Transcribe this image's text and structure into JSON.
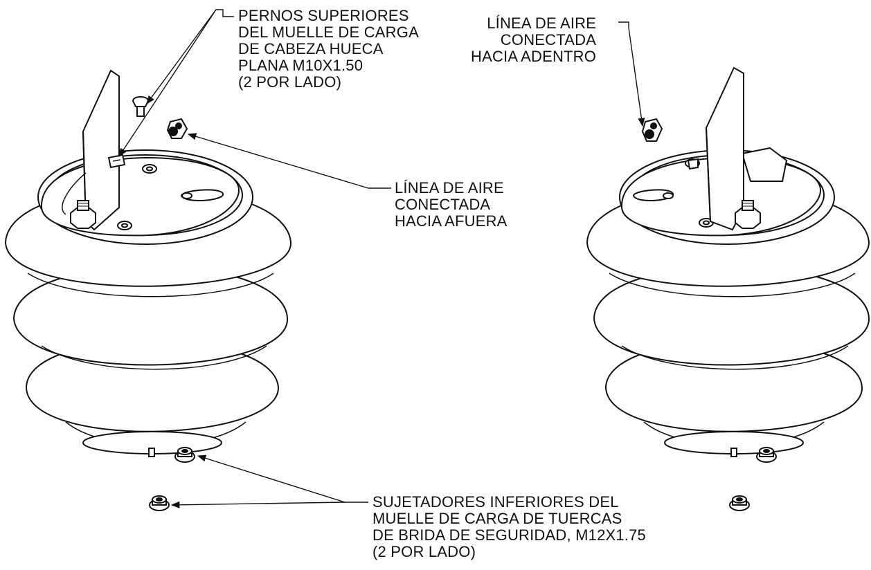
{
  "callouts": {
    "upper_bolts": {
      "lines": [
        "PERNOS SUPERIORES",
        "DEL MUELLE DE CARGA",
        "DE CABEZA HUECA",
        "PLANA M10X1.50",
        "(2 POR LADO)"
      ]
    },
    "air_line_inward": {
      "lines": [
        "LÍNEA DE AIRE",
        "CONECTADA",
        "HACIA ADENTRO"
      ]
    },
    "air_line_outward": {
      "lines": [
        "LÍNEA DE AIRE",
        "CONECTADA",
        "HACIA AFUERA"
      ]
    },
    "lower_nuts": {
      "lines": [
        "SUJETADORES INFERIORES DEL",
        "MUELLE DE CARGA DE TUERCAS",
        "DE BRIDA DE SEGURIDAD, M12X1.75",
        "(2 POR LADO)"
      ]
    }
  },
  "colors": {
    "line": "#111111",
    "fill": "#ffffff",
    "background": "#ffffff"
  }
}
